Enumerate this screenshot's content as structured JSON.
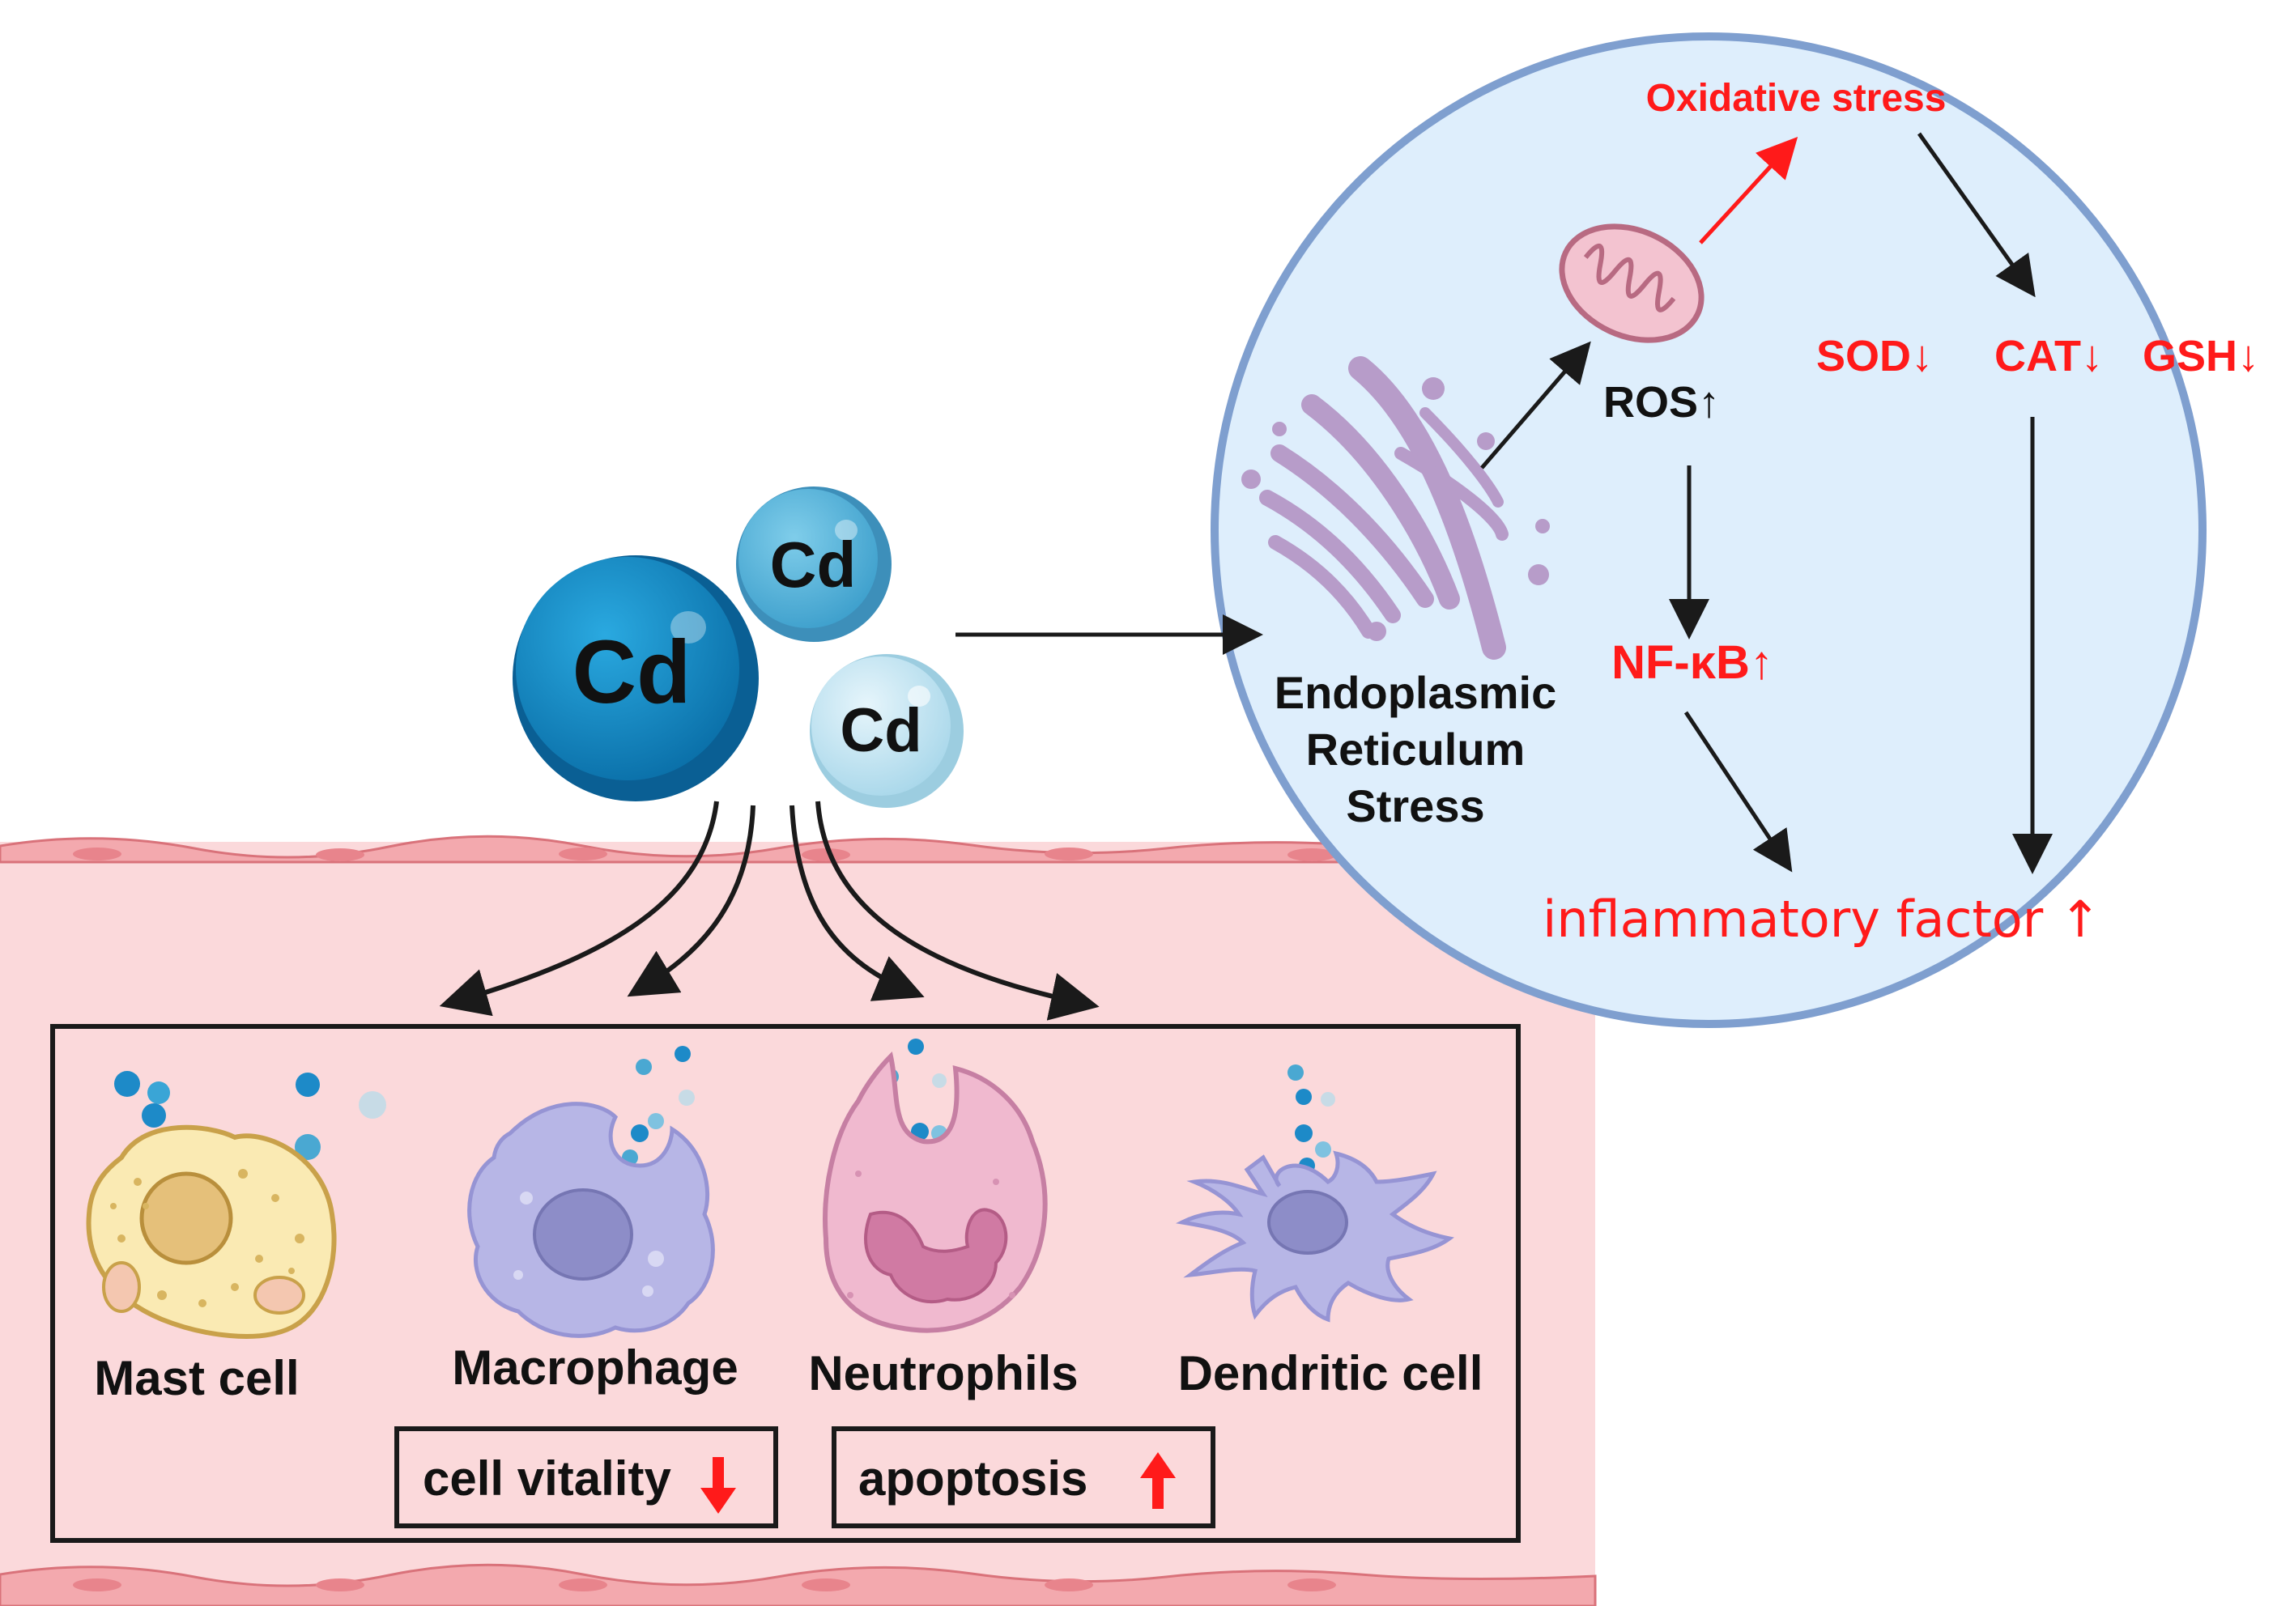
{
  "cadmium": {
    "labels": [
      "Cd",
      "Cd",
      "Cd"
    ]
  },
  "er": {
    "label_lines": [
      "Endoplasmic",
      "Reticulum",
      "Stress"
    ]
  },
  "pathway": {
    "oxidative_stress": "Oxidative stress",
    "ros": "ROS↑",
    "nfkb": "NF-κB↑",
    "sod": "SOD↓",
    "cat": "CAT↓",
    "gsh": "GSH↓",
    "inflammatory": "inflammatory factor ↑"
  },
  "cells": [
    {
      "label": "Mast cell"
    },
    {
      "label": "Macrophage"
    },
    {
      "label": "Neutrophils"
    },
    {
      "label": "Dendritic cell"
    }
  ],
  "outcomes": {
    "vitality": "cell vitality",
    "apoptosis": "apoptosis"
  },
  "colors": {
    "highlight_red": "#ff1a1a",
    "circle_fill": "#deeefc",
    "circle_border": "#7f9fcf",
    "tissue_fill": "#fbd9db",
    "cd_dark": "#0f87c4",
    "cd_mid": "#4fb4dc",
    "cd_light": "#bfe4f2"
  }
}
